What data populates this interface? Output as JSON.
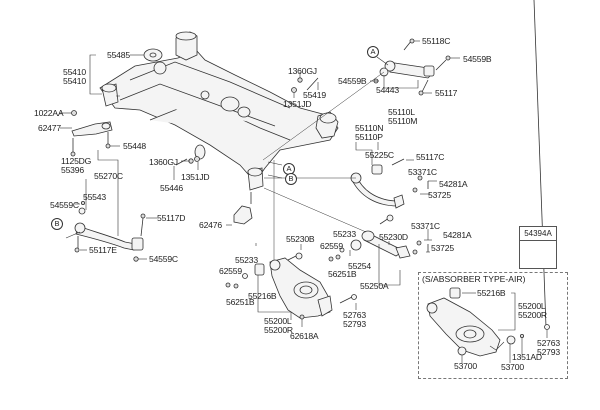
{
  "diagram": {
    "title": "Rear Crossmember / Suspension Arms Exploded View",
    "line_color": "#333333",
    "part_fill": "#f4f4f4"
  },
  "callouts": {
    "a": "A",
    "b": "B"
  },
  "labels": {
    "p55485": [
      "55485"
    ],
    "p55410": [
      "55410",
      "55410"
    ],
    "p1022AA": [
      "1022AA"
    ],
    "p62477": [
      "62477"
    ],
    "p55448": [
      "55448"
    ],
    "p1125DG": [
      "1125DG",
      "55396"
    ],
    "p1360GJ_top": [
      "1360GJ"
    ],
    "p55419": [
      "55419"
    ],
    "p1351JD_top": [
      "1351JD"
    ],
    "p1360GJ_mid": [
      "1360GJ"
    ],
    "p1351JD_mid": [
      "1351JD"
    ],
    "p55446": [
      "55446"
    ],
    "p55118C": [
      "55118C"
    ],
    "p54559B_right": [
      "54559B"
    ],
    "p54559B_left": [
      "54559B"
    ],
    "p54443": [
      "54443"
    ],
    "p55117": [
      "55117"
    ],
    "p55110L": [
      "55110L",
      "55110M"
    ],
    "p55110N": [
      "55110N",
      "55110P"
    ],
    "p55225C": [
      "55225C"
    ],
    "p55117C": [
      "55117C"
    ],
    "p53371C_a": [
      "53371C"
    ],
    "p54281A_a": [
      "54281A"
    ],
    "p53725_a": [
      "53725"
    ],
    "p55270C": [
      "55270C"
    ],
    "p55543": [
      "55543"
    ],
    "p54559C_a": [
      "54559C"
    ],
    "p55117D": [
      "55117D"
    ],
    "p55117E": [
      "55117E"
    ],
    "p54559C_b": [
      "54559C"
    ],
    "p62476": [
      "62476"
    ],
    "p55230B": [
      "55230B"
    ],
    "p55233_a": [
      "55233"
    ],
    "p62559_a": [
      "62559"
    ],
    "p56251B_a": [
      "56251B"
    ],
    "p55254": [
      "55254"
    ],
    "p55230D": [
      "55230D"
    ],
    "p53371C_b": [
      "53371C"
    ],
    "p54281A_b": [
      "54281A"
    ],
    "p53725_b": [
      "53725"
    ],
    "p55250A": [
      "55250A"
    ],
    "p55233_b": [
      "55233"
    ],
    "p62559_b": [
      "62559"
    ],
    "p56251B_b": [
      "56251B"
    ],
    "p55216B": [
      "55216B"
    ],
    "p55200L": [
      "55200L",
      "55200R"
    ],
    "p62618A": [
      "62618A"
    ],
    "p52763": [
      "52763",
      "52793"
    ]
  },
  "kit_box": {
    "part_no": "54394A"
  },
  "air_box": {
    "title": "(S/ABSORBER TYPE-AIR)",
    "labels": {
      "p55216B": [
        "55216B"
      ],
      "p55200L": [
        "55200L",
        "55200R"
      ],
      "p52763": [
        "52763",
        "52793"
      ],
      "p1351AD": [
        "1351AD"
      ],
      "p53700_a": [
        "53700"
      ],
      "p53700_b": [
        "53700"
      ]
    }
  }
}
